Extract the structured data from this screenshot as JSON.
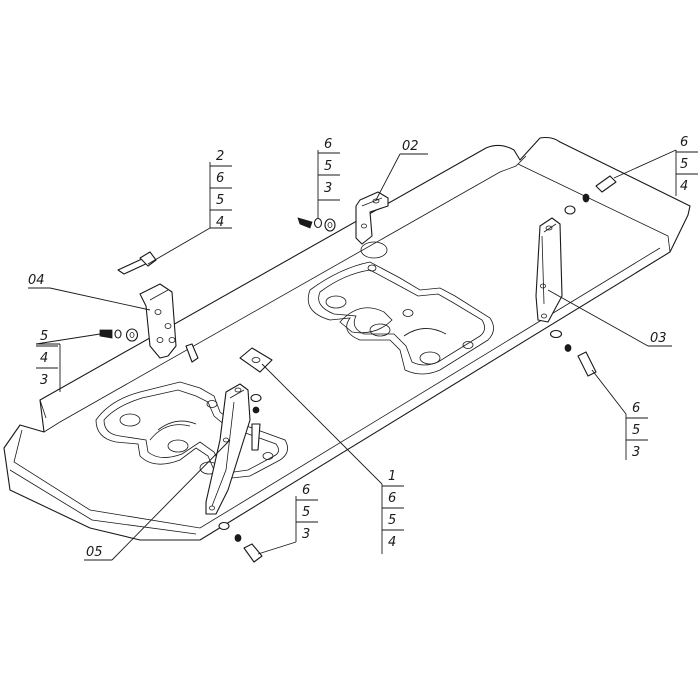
{
  "diagram": {
    "callouts": {
      "stack_top_left": [
        "2",
        "6",
        "5",
        "4"
      ],
      "stack_top_mid": [
        "6",
        "5",
        "3"
      ],
      "stack_top_right": [
        "6",
        "5",
        "4"
      ],
      "stack_left": [
        "5",
        "4",
        "3"
      ],
      "stack_right_bottom": [
        "6",
        "5",
        "3"
      ],
      "stack_center": [
        "1",
        "6",
        "5",
        "4"
      ],
      "stack_bottom": [
        "6",
        "5",
        "3"
      ]
    },
    "part_labels": {
      "bracket_02": "02",
      "bracket_04": "04",
      "bracket_03": "03",
      "bracket_05": "05"
    }
  }
}
